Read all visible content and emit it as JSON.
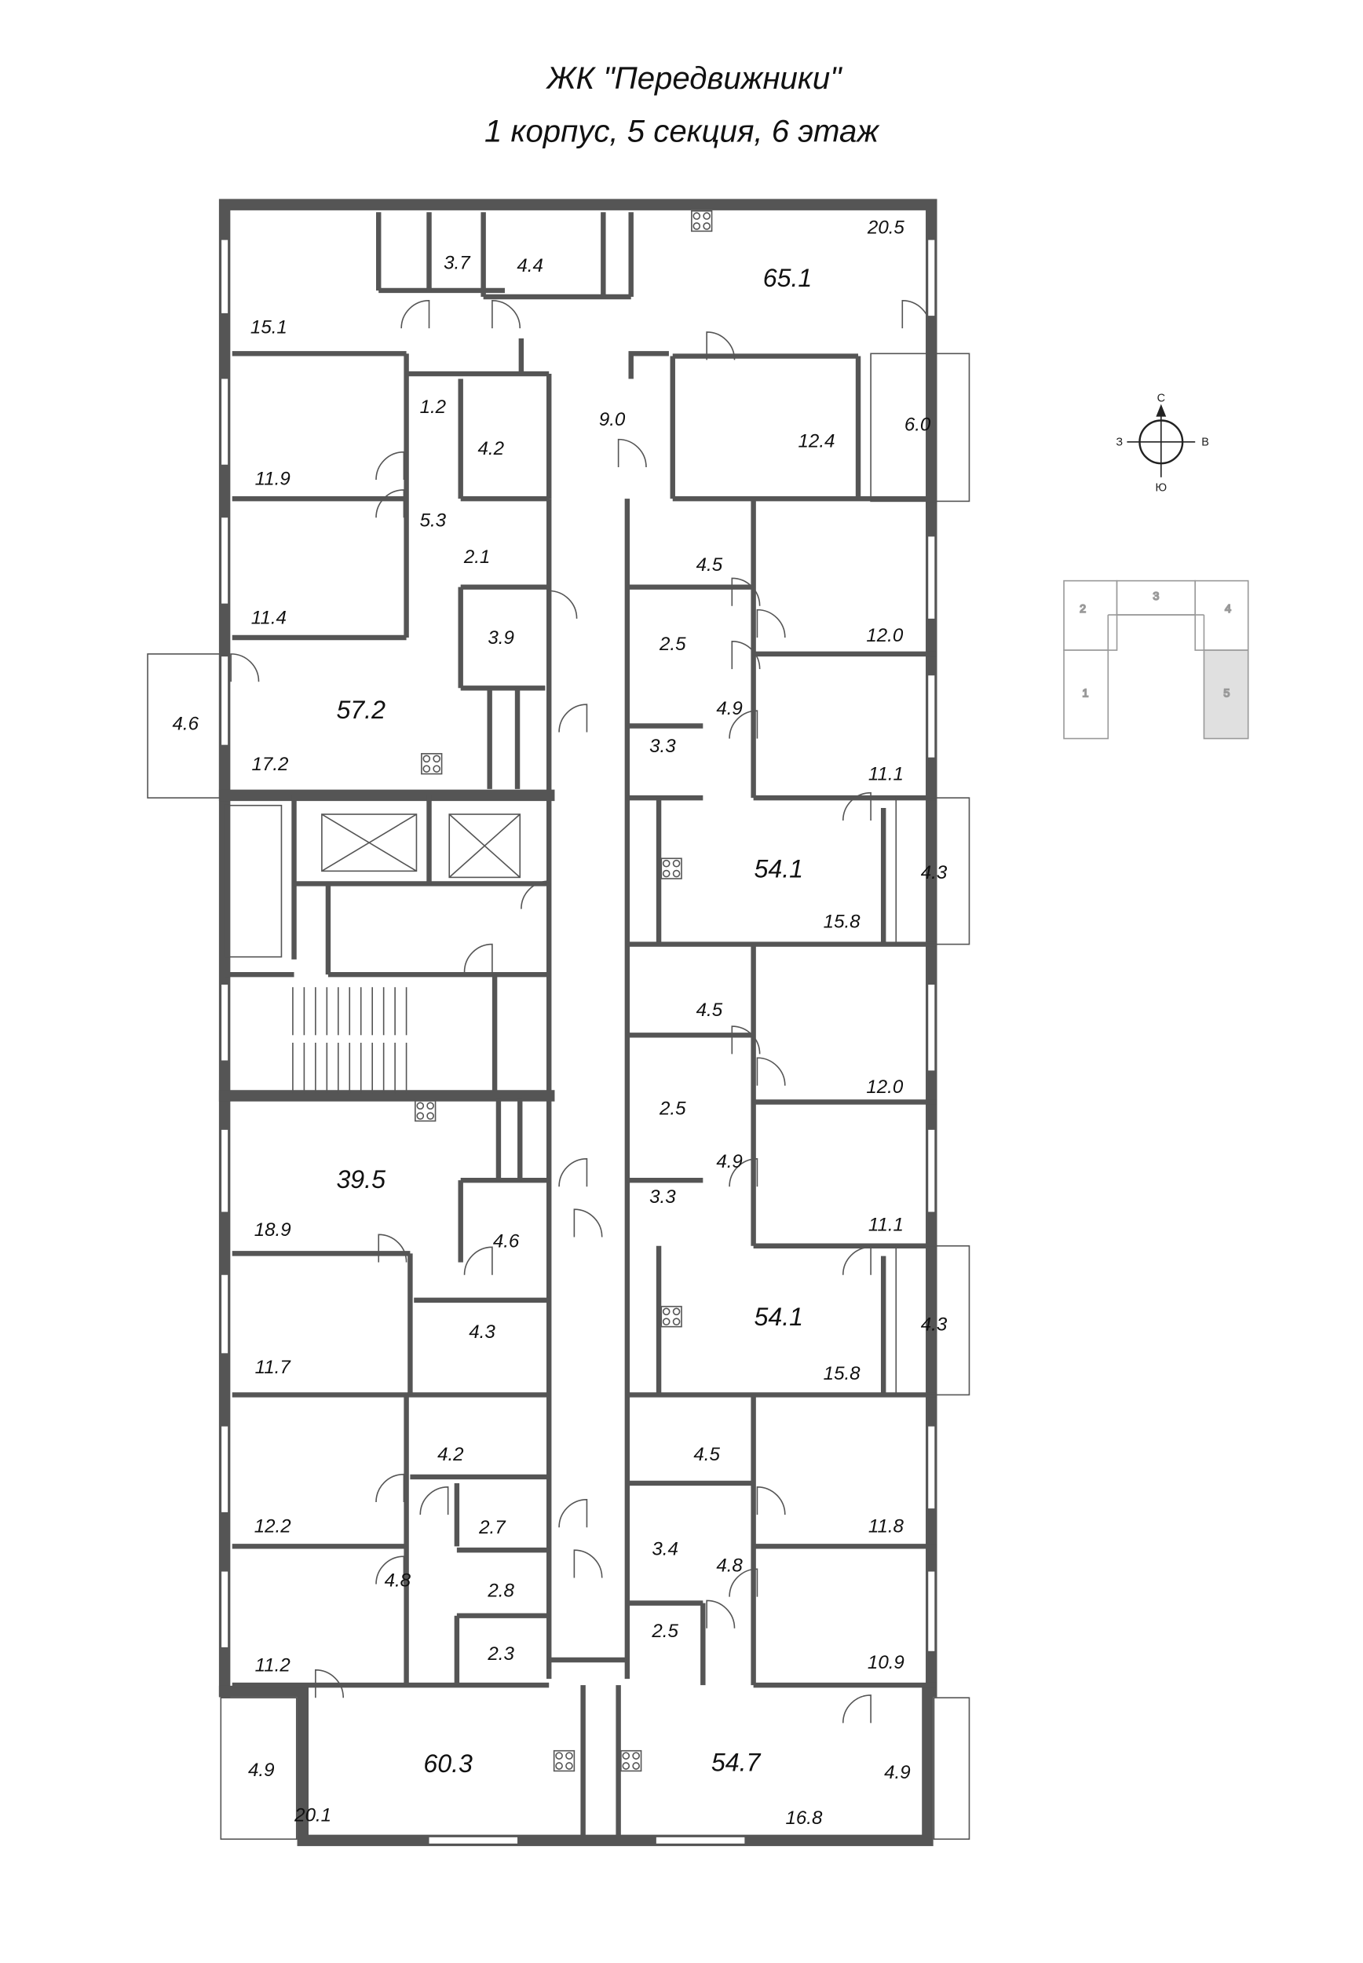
{
  "header": {
    "title": "ЖК \"Передвижники\"",
    "subtitle": "1 корпус, 5 секция, 6 этаж"
  },
  "apartment_totals": [
    "65.1",
    "57.2",
    "54.1",
    "39.5",
    "54.1",
    "60.3",
    "54.7"
  ],
  "room_areas": [
    "3.7",
    "4.4",
    "20.5",
    "15.1",
    "1.2",
    "4.2",
    "9.0",
    "12.4",
    "6.0",
    "11.9",
    "5.3",
    "2.1",
    "4.5",
    "12.0",
    "11.4",
    "3.9",
    "2.5",
    "4.6",
    "4.9",
    "3.3",
    "17.2",
    "11.1",
    "4.3",
    "15.8",
    "4.5",
    "12.0",
    "2.5",
    "4.9",
    "3.3",
    "18.9",
    "11.1",
    "4.6",
    "4.3",
    "4.3",
    "11.7",
    "15.8",
    "4.2",
    "4.5",
    "12.2",
    "2.7",
    "11.8",
    "3.4",
    "4.8",
    "4.8",
    "2.8",
    "2.5",
    "2.3",
    "11.2",
    "10.9",
    "4.9",
    "4.9",
    "20.1",
    "16.8"
  ],
  "compass": {
    "north": "С",
    "west": "З",
    "east": "В",
    "south": "Ю"
  },
  "key_plan": {
    "sections": [
      "1",
      "2",
      "3",
      "4",
      "5"
    ],
    "current_section": "5",
    "highlight_color": "#e0e0e0"
  },
  "colors": {
    "wall": "#555555",
    "background": "#ffffff"
  }
}
